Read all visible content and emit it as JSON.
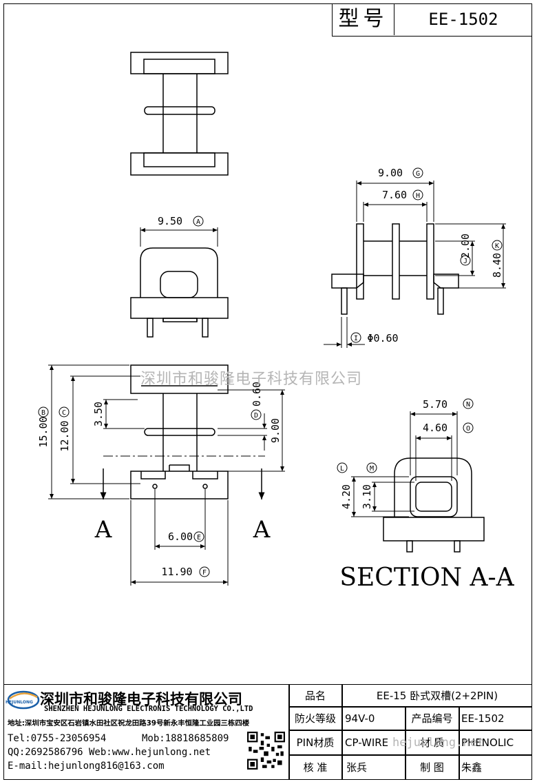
{
  "title": {
    "label": "型号",
    "model": "EE-1502"
  },
  "dimensions": {
    "A": "9.50",
    "G": "9.00",
    "H": "7.60",
    "J": "2.00",
    "K": "8.40",
    "I": "0.60",
    "I_prefix": "Φ0.60",
    "B": "15.00",
    "C": "12.00",
    "D35": "3.50",
    "D06": "0.60",
    "H9": "9.00",
    "E": "6.00",
    "F": "11.90",
    "N": "5.70",
    "O": "4.60",
    "L": "4.20",
    "M": "3.10"
  },
  "letters": {
    "A": "A",
    "G": "G",
    "H": "H",
    "J": "J",
    "K": "K",
    "I": "I",
    "B": "B",
    "C": "C",
    "D": "D",
    "E": "E",
    "F": "F",
    "N": "N",
    "O": "O",
    "L": "L",
    "M": "M"
  },
  "section": {
    "marker": "A",
    "title": "SECTION A-A"
  },
  "watermark": "深圳市和骏隆电子科技有限公司",
  "watermark2": "hejunlong.net",
  "company": {
    "name_cn": "深圳市和骏隆电子科技有限公司",
    "name_en": "SHENZHEN HEJUNLONG ELECTRONIS TECHNOLOGY CO.,LTD",
    "address": "地址:深圳市宝安区石岩镇水田社区祝龙田路39号新永丰恒隆工业园三栋四楼",
    "tel": "Tel:0755-23056954",
    "mob": "Mob:18818685809",
    "qq": "QQ:2692586796 Web:www.hejunlong.net",
    "email": "E-mail:hejunlong816@163.com",
    "logo_text": "HEJUNLONG"
  },
  "table": {
    "name_label": "品名",
    "name_value": "EE-15 卧式双槽(2+2PIN)",
    "fire_label": "防火等级",
    "fire_value": "94V-0",
    "code_label": "产品编号",
    "code_value": "EE-1502",
    "pin_label": "PIN材质",
    "pin_value": "CP-WIRE",
    "material_label": "材 质",
    "material_value": "PHENOLIC",
    "check_label": "核 准",
    "check_value": "张兵",
    "draw_label": "制 图",
    "draw_value": "朱鑫"
  }
}
